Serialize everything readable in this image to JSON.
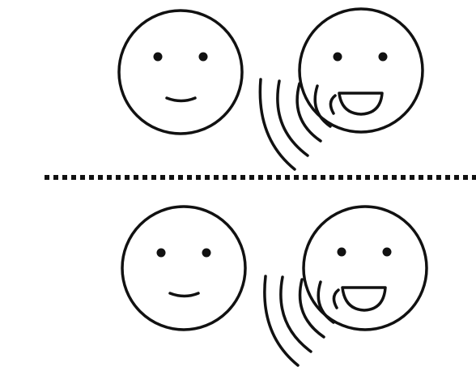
{
  "diagram": {
    "panels": [
      {
        "id": "top",
        "left_face": {
          "expression": "slight-smile"
        },
        "right_face": {
          "expression": "laughing"
        },
        "sound_waves": {
          "count": 5,
          "direction": "from-right-face-mouth"
        }
      },
      {
        "id": "bottom",
        "left_face": {
          "expression": "slight-smile"
        },
        "right_face": {
          "expression": "laughing"
        },
        "sound_waves": {
          "count": 5,
          "direction": "from-right-face-mouth"
        }
      }
    ],
    "divider": {
      "style": "dotted",
      "color": "#111111"
    },
    "colors": {
      "ink": "#111111",
      "background": "#ffffff"
    }
  }
}
